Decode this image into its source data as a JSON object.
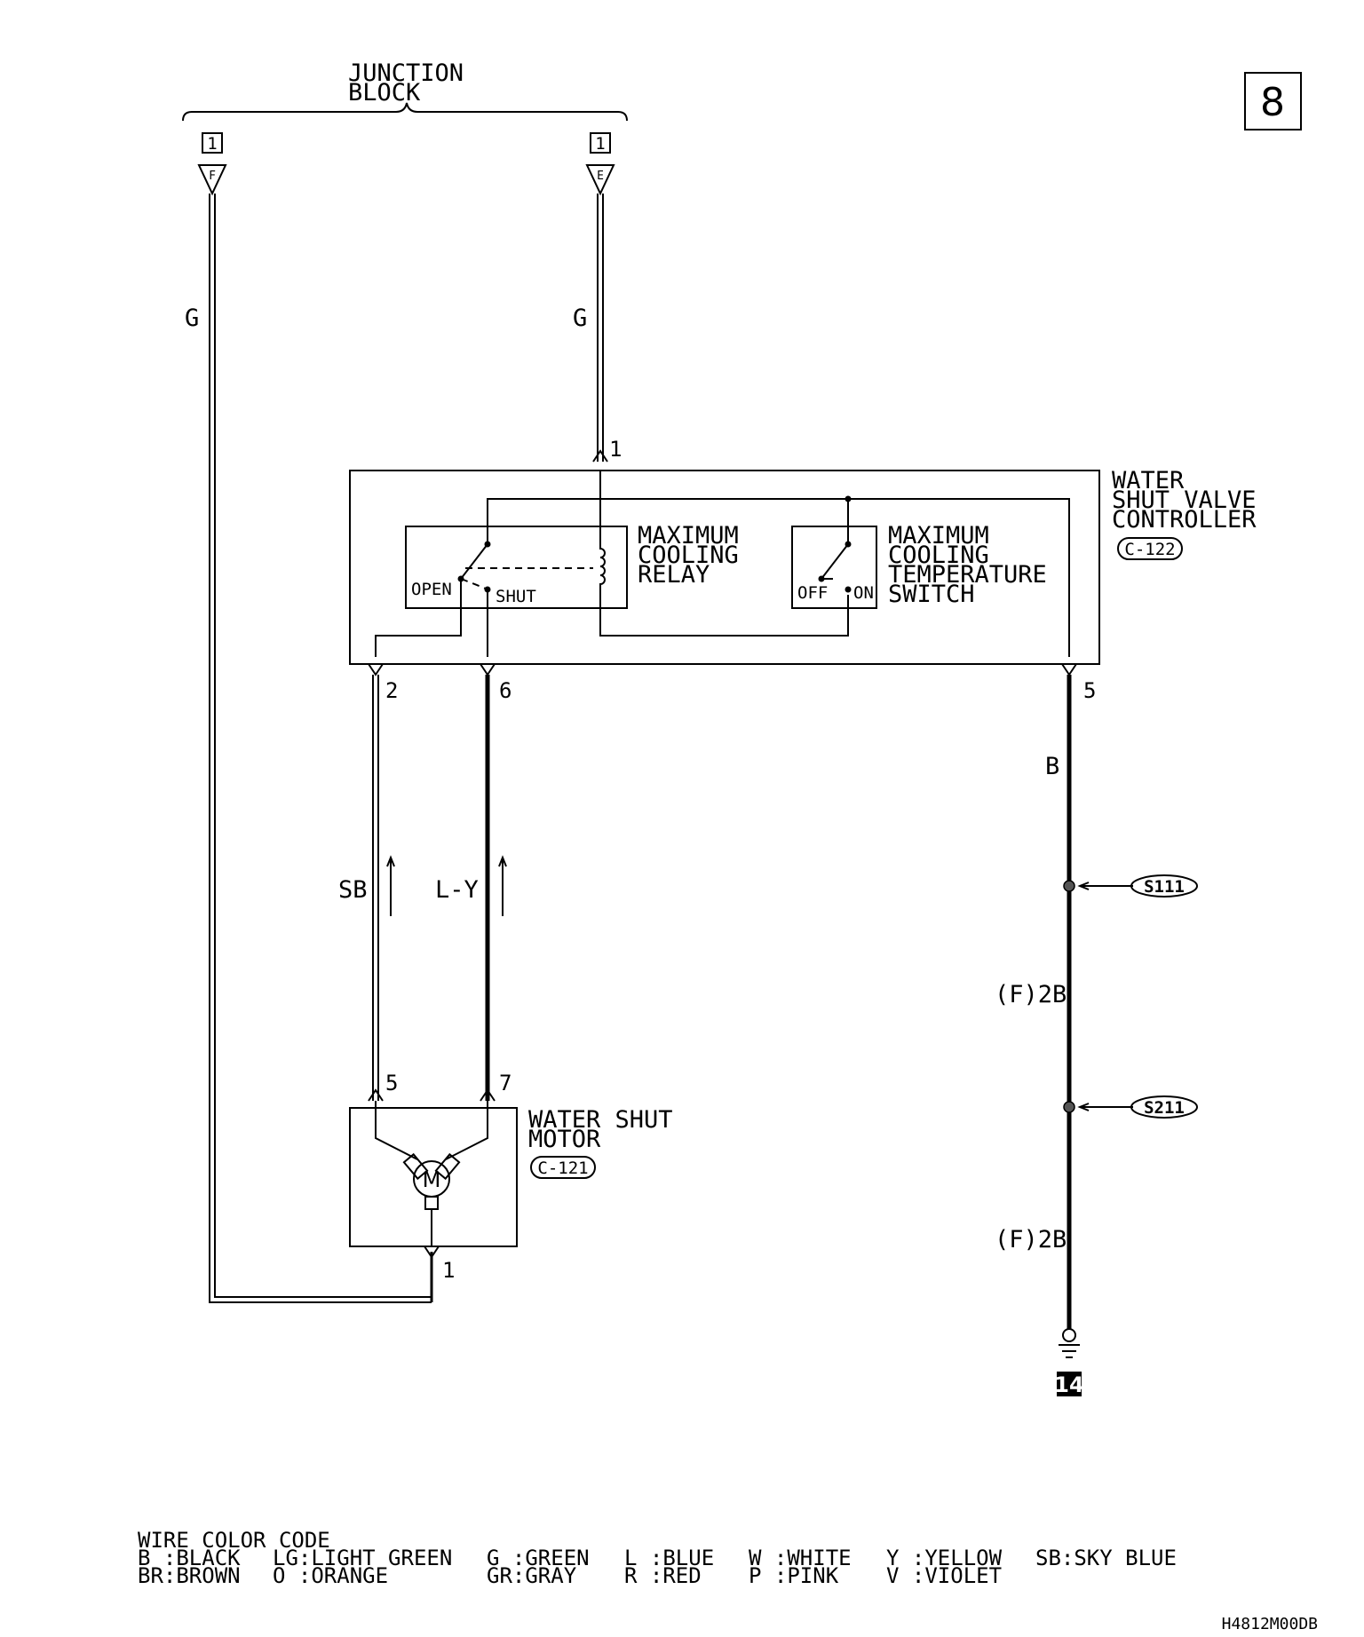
{
  "page_number": "8",
  "junction_block": {
    "line1": "JUNCTION",
    "line2": "BLOCK",
    "left_connector": "1",
    "left_terminal": "F",
    "right_connector": "1",
    "right_terminal": "E"
  },
  "wires": {
    "left_color": "G",
    "right_color": "G",
    "sb": "SB",
    "ly": "L-Y",
    "black": "B",
    "splice_seg1": "(F)2B",
    "splice_seg2": "(F)2B"
  },
  "controller": {
    "line1": "WATER",
    "line2": "SHUT VALVE",
    "line3": "CONTROLLER",
    "connector": "C-122",
    "pin_top": "1",
    "pin_2": "2",
    "pin_6": "6",
    "pin_5": "5"
  },
  "relay": {
    "line1": "MAXIMUM",
    "line2": "COOLING",
    "line3": "RELAY",
    "open": "OPEN",
    "shut": "SHUT"
  },
  "temp_switch": {
    "line1": "MAXIMUM",
    "line2": "COOLING",
    "line3": "TEMPERATURE",
    "line4": "SWITCH",
    "off": "OFF",
    "on": "ON"
  },
  "motor": {
    "line1": "WATER SHUT",
    "line2": "MOTOR",
    "connector": "C-121",
    "symbol": "M",
    "pin_5": "5",
    "pin_7": "7",
    "pin_1": "1"
  },
  "splices": {
    "s1": "S111",
    "s2": "S211"
  },
  "ground": {
    "number": "14"
  },
  "legend": {
    "title": "WIRE COLOR CODE",
    "row1": [
      "B :BLACK",
      "LG:LIGHT GREEN",
      "G :GREEN",
      "L :BLUE",
      "W :WHITE",
      "Y :YELLOW",
      "SB:SKY BLUE"
    ],
    "row2": [
      "BR:BROWN",
      "O :ORANGE",
      "GR:GRAY",
      "R :RED",
      "P :PINK",
      "V :VIOLET"
    ]
  },
  "footer_code": "H4812M00DB"
}
